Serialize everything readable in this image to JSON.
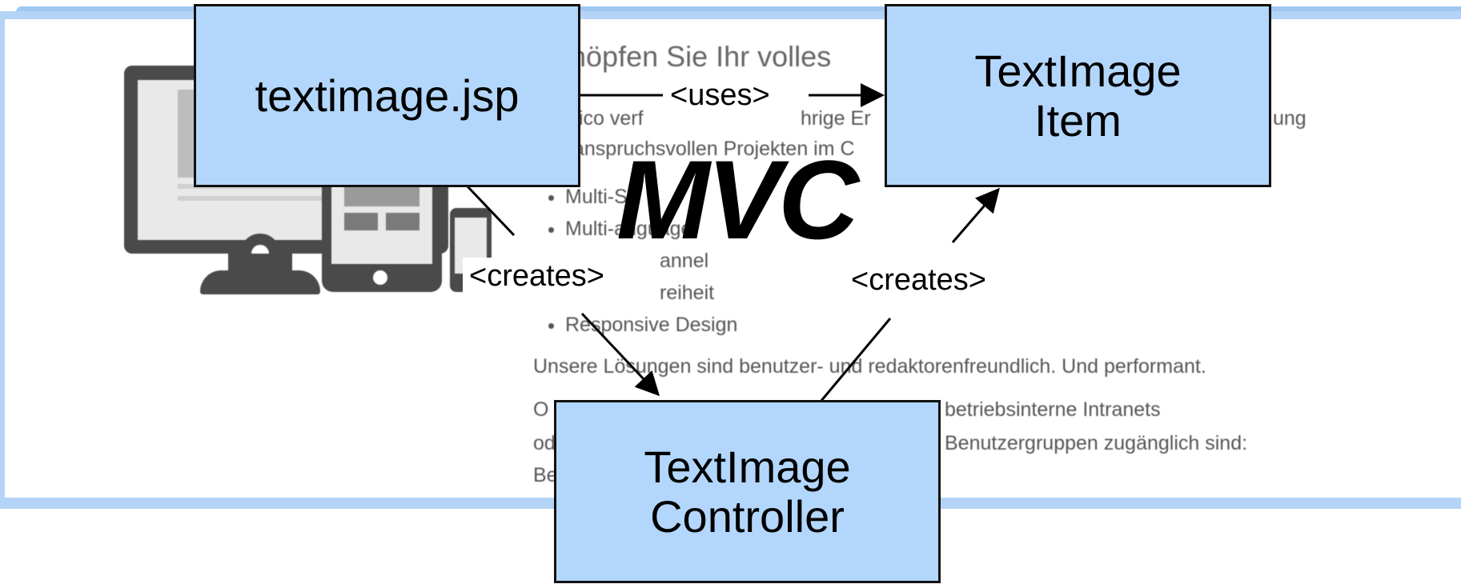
{
  "background": {
    "heading": "höpfen Sie Ihr volles",
    "line1_left": "tico verf",
    "line1_mid": "hrige Er",
    "line1_right": "ung",
    "line2": "anspruchsvollen Projekten im C",
    "bullets": [
      "Multi-S",
      "Multi-anguage",
      "annel",
      "reiheit",
      "Responsive Design"
    ],
    "paragraph1": "Unsere Lösungen sind benutzer- und redaktorenfreundlich. Und performant.",
    "paragraph2_left": "O",
    "paragraph2_right": "betriebsinterne Intranets",
    "paragraph3_left": "od",
    "paragraph3_right": "Benutzergruppen zugänglich sind:",
    "paragraph4_left": "Be"
  },
  "diagram": {
    "title": "MVC",
    "nodes": {
      "view": {
        "lines": [
          "textimage.jsp"
        ]
      },
      "model": {
        "lines": [
          "TextImage",
          "Item"
        ]
      },
      "controller": {
        "lines": [
          "TextImage",
          "Controller"
        ]
      }
    },
    "edges": {
      "uses": "<uses>",
      "creates_view": "<creates>",
      "creates_model": "<creates>"
    }
  },
  "colors": {
    "box_fill": "#b3d7fc",
    "frame": "#b3d4f7",
    "device": "#4a4a4a"
  }
}
